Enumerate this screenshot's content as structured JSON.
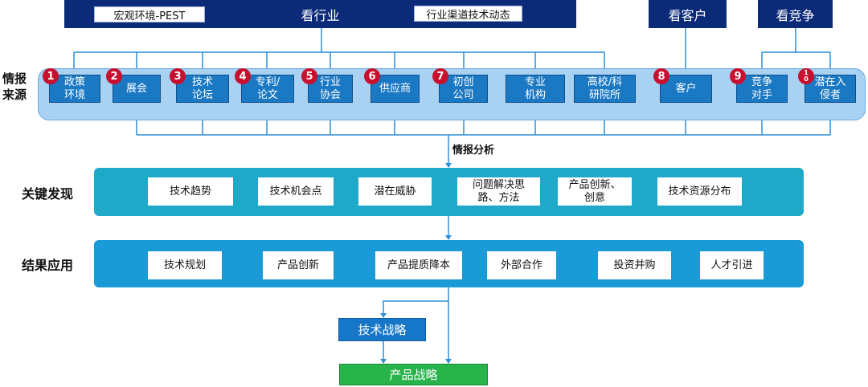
{
  "banners": {
    "main": "看行业",
    "pest": "宏观环境-PEST",
    "channel": "行业渠道技术动态",
    "customers": "看客户",
    "competitors": "看竞争"
  },
  "sources": {
    "label": "情报\n来源",
    "items": [
      {
        "text": "政策\n环境",
        "badge": "1"
      },
      {
        "text": "展会",
        "badge": "2"
      },
      {
        "text": "技术\n论坛",
        "badge": "3"
      },
      {
        "text": "专利/\n论文",
        "badge": "4"
      },
      {
        "text": "行业\n协会",
        "badge": "5"
      },
      {
        "text": "供应商",
        "badge": "6"
      },
      {
        "text": "初创\n公司",
        "badge": "7"
      },
      {
        "text": "专业\n机构",
        "badge": ""
      },
      {
        "text": "高校/科\n研院所",
        "badge": ""
      },
      {
        "text": "客户",
        "badge": "8"
      },
      {
        "text": "竞争\n对手",
        "badge": "9"
      },
      {
        "text": "潜在入\n侵者",
        "badge": "10"
      }
    ]
  },
  "analysis_label": "情报分析",
  "findings": {
    "label": "关键发现",
    "items": [
      "技术趋势",
      "技术机会点",
      "潜在威胁",
      "问题解决思\n路、方法",
      "产品创新、\n创意",
      "技术资源分布"
    ]
  },
  "applications": {
    "label": "结果应用",
    "items": [
      "技术规划",
      "产品创新",
      "产品提质降本",
      "外部合作",
      "投资并购",
      "人才引进"
    ]
  },
  "strategies": {
    "tech": "技术战略",
    "product": "产品战略"
  },
  "colors": {
    "banner": "#0b2a78",
    "source_box": "#1b78c3",
    "badge": "#c8102e",
    "findings_band": "#1fa9c9",
    "applications_band": "#1a9ad6",
    "product_strategy": "#28b34b",
    "connector": "#2f8fd8"
  }
}
